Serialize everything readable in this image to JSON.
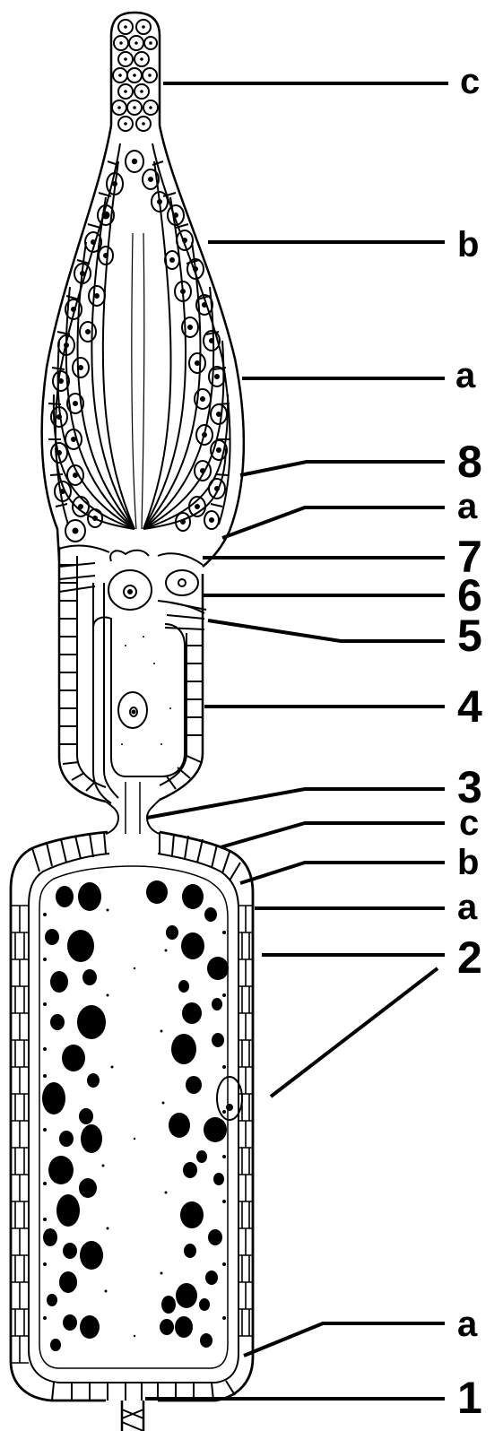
{
  "labels": [
    {
      "id": "c_top",
      "text": "c"
    },
    {
      "id": "b_top",
      "text": "b"
    },
    {
      "id": "a_top",
      "text": "a"
    },
    {
      "id": "n8",
      "text": "8"
    },
    {
      "id": "a_mid",
      "text": "a"
    },
    {
      "id": "n7",
      "text": "7"
    },
    {
      "id": "n6",
      "text": "6"
    },
    {
      "id": "n5",
      "text": "5"
    },
    {
      "id": "n4",
      "text": "4"
    },
    {
      "id": "n3",
      "text": "3"
    },
    {
      "id": "c_low",
      "text": "c"
    },
    {
      "id": "b_low",
      "text": "b"
    },
    {
      "id": "a_low",
      "text": "a"
    },
    {
      "id": "n2",
      "text": "2"
    },
    {
      "id": "a_bottom",
      "text": "a"
    },
    {
      "id": "n1",
      "text": "1"
    }
  ]
}
